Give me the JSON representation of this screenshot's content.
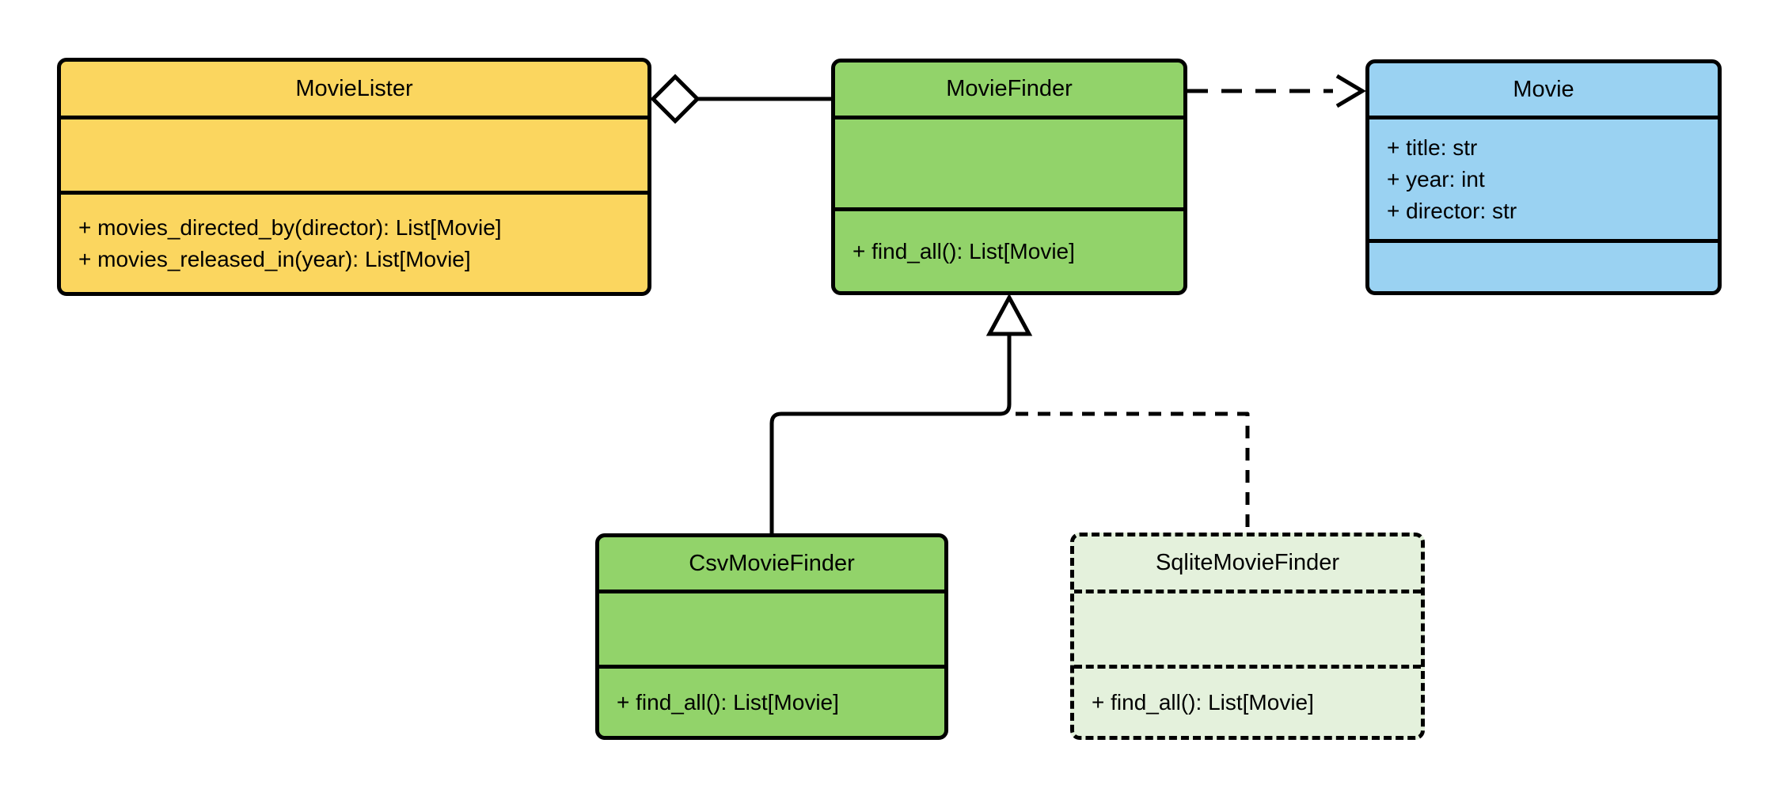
{
  "diagram": {
    "kind": "uml-class-diagram",
    "background_color": "#ffffff",
    "line_color": "#000000",
    "classes": [
      {
        "name": "MovieLister",
        "fill": "#fbd65f",
        "border_style": "solid",
        "attributes": [],
        "methods": [
          "+ movies_directed_by(director): List[Movie]",
          "+ movies_released_in(year): List[Movie]"
        ]
      },
      {
        "name": "MovieFinder",
        "fill": "#92d36a",
        "border_style": "solid",
        "attributes": [],
        "methods": [
          "+ find_all(): List[Movie]"
        ]
      },
      {
        "name": "Movie",
        "fill": "#9ad2f2",
        "border_style": "solid",
        "attributes": [
          "+ title: str",
          "+ year: int",
          "+ director: str"
        ],
        "methods": []
      },
      {
        "name": "CsvMovieFinder",
        "fill": "#92d36a",
        "border_style": "solid",
        "attributes": [],
        "methods": [
          "+ find_all(): List[Movie]"
        ]
      },
      {
        "name": "SqliteMovieFinder",
        "fill": "#e4f1dc",
        "border_style": "dashed",
        "attributes": [],
        "methods": [
          "+ find_all(): List[Movie]"
        ]
      }
    ],
    "relationships": [
      {
        "from": "MovieLister",
        "to": "MovieFinder",
        "type": "aggregation",
        "marker": "hollow-diamond",
        "line": "solid"
      },
      {
        "from": "MovieFinder",
        "to": "Movie",
        "type": "dependency",
        "marker": "open-arrow",
        "line": "dashed"
      },
      {
        "from": "CsvMovieFinder",
        "to": "MovieFinder",
        "type": "generalization",
        "marker": "hollow-triangle",
        "line": "solid"
      },
      {
        "from": "SqliteMovieFinder",
        "to": "MovieFinder",
        "type": "generalization",
        "marker": "hollow-triangle",
        "line": "dashed"
      }
    ]
  }
}
